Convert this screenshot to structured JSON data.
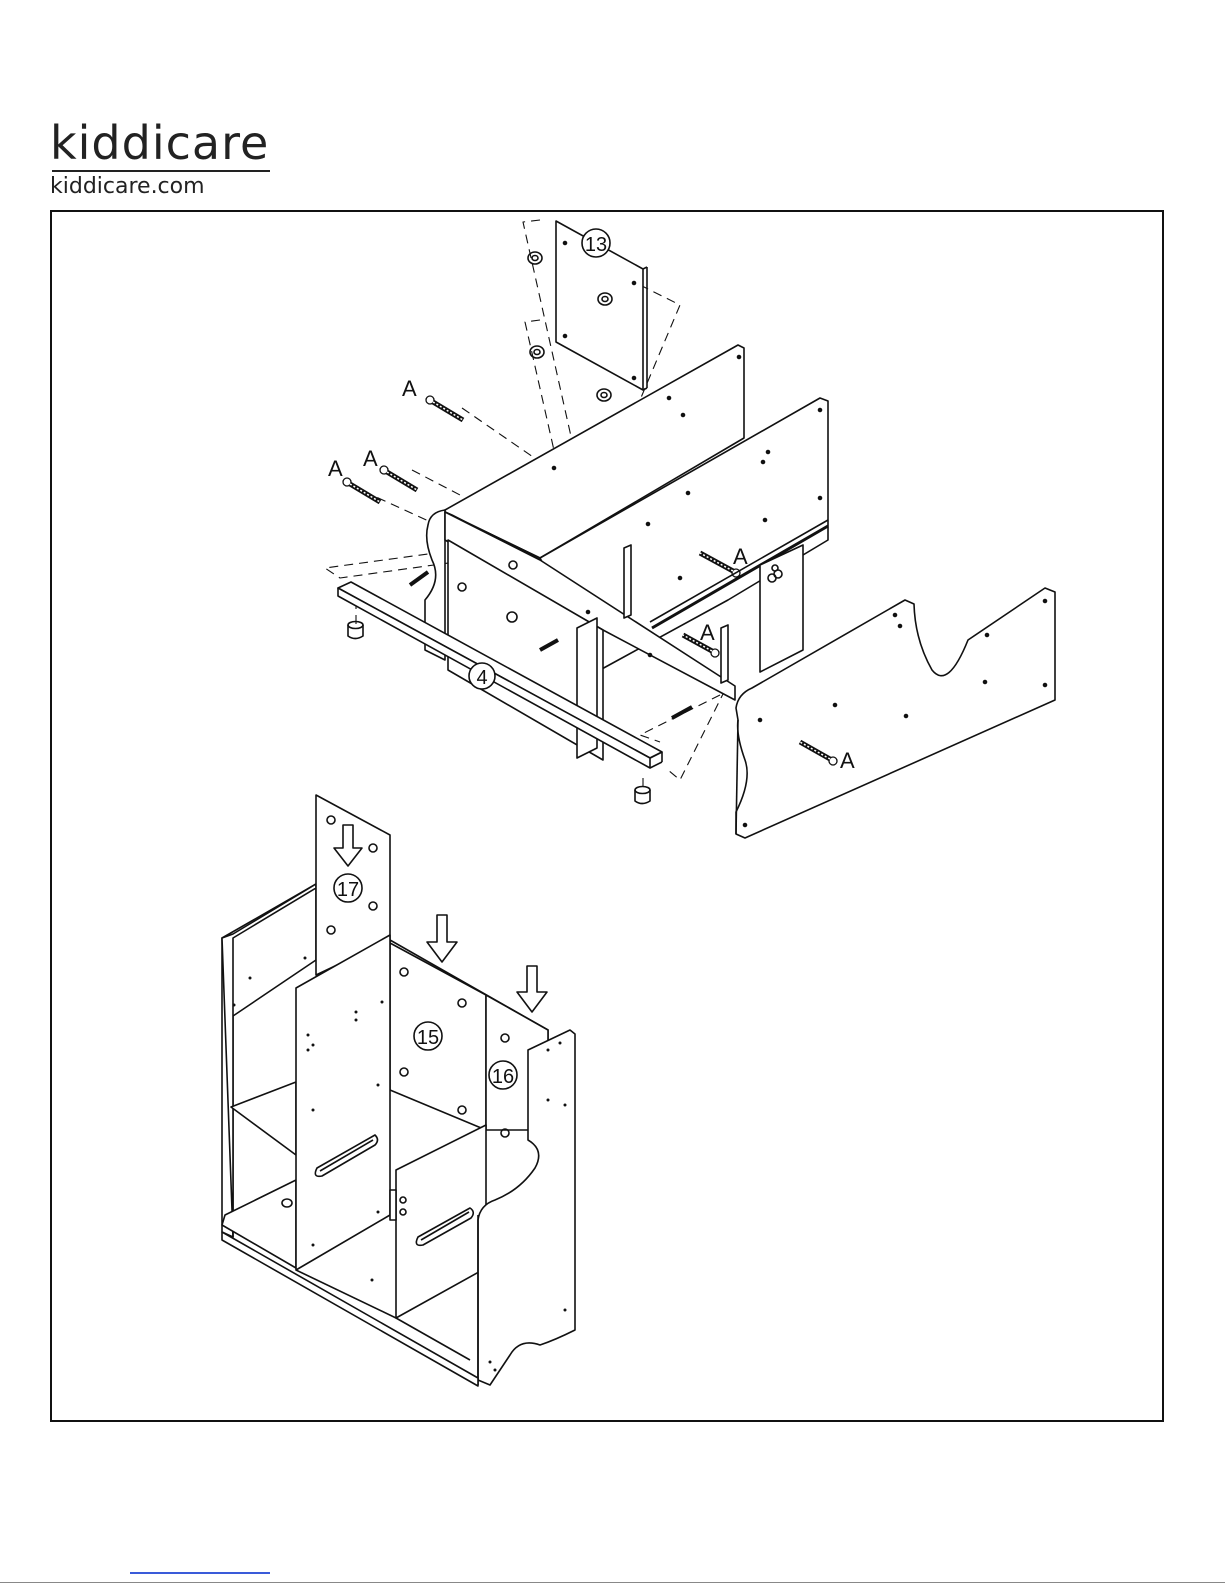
{
  "brand": {
    "logo_text": "kiddicare",
    "website": "kiddicare.com"
  },
  "colors": {
    "ink": "#111111",
    "panel": "#ffffff",
    "link": "#3a5bd9"
  },
  "upper_assembly": {
    "hardware_labels": [
      "A",
      "A",
      "A",
      "A",
      "A",
      "A"
    ],
    "part_labels": [
      "13",
      "4"
    ]
  },
  "lower_assembly": {
    "part_labels": [
      "17",
      "15",
      "16"
    ],
    "arrow_icons": [
      "down-arrow-icon",
      "down-arrow-icon",
      "down-arrow-icon",
      "down-arrow-icon"
    ]
  }
}
